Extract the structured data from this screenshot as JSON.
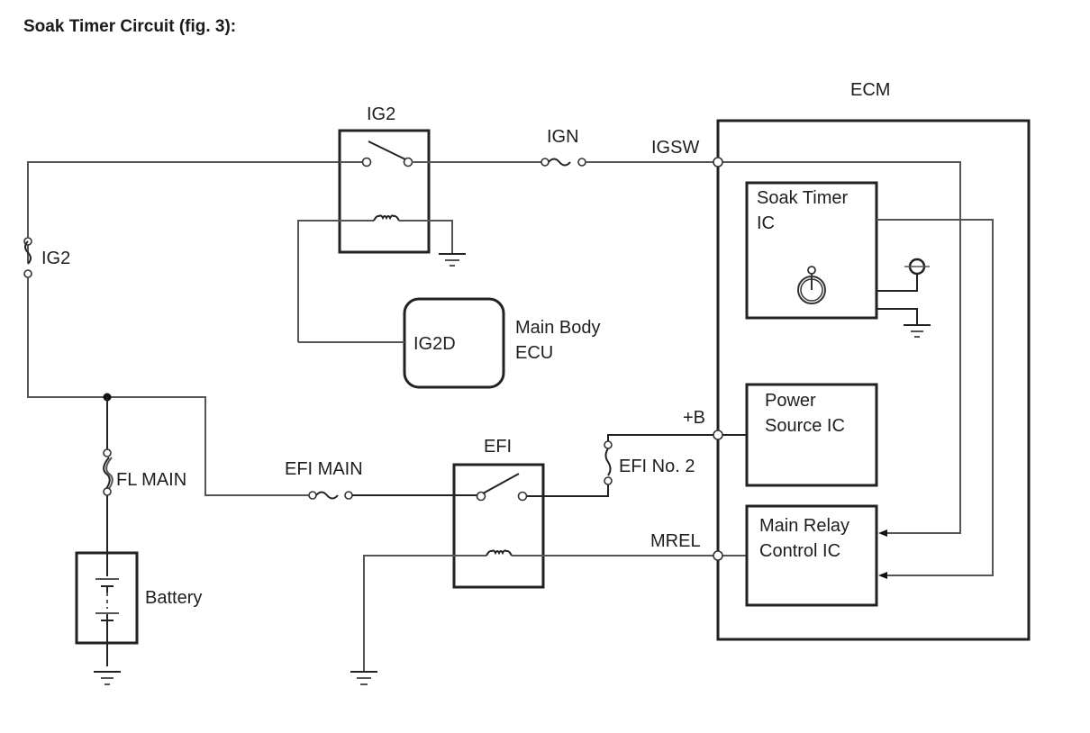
{
  "title": "Soak Timer Circuit (fig. 3):",
  "components": {
    "ecm": {
      "label": "ECM"
    },
    "ig2_relay": {
      "label": "IG2"
    },
    "ign_fuse": {
      "label": "IGN"
    },
    "igsw_terminal": {
      "label": "IGSW"
    },
    "ig2_fuse": {
      "label": "IG2"
    },
    "main_body_ecu": {
      "label_line1": "Main Body",
      "label_line2": "ECU",
      "terminal": "IG2D"
    },
    "soak_timer_ic": {
      "label_line1": "Soak Timer",
      "label_line2": "IC"
    },
    "power_source_ic": {
      "label_line1": "Power",
      "label_line2": "Source IC"
    },
    "main_relay_control_ic": {
      "label_line1": "Main Relay",
      "label_line2": "Control IC"
    },
    "plus_b_terminal": {
      "label": "+B"
    },
    "efi_no2_fuse": {
      "label": "EFI No. 2"
    },
    "efi_relay": {
      "label": "EFI"
    },
    "efi_main_fuse": {
      "label": "EFI MAIN"
    },
    "fl_main_fuse": {
      "label": "FL MAIN"
    },
    "mrel_terminal": {
      "label": "MREL"
    },
    "battery": {
      "label": "Battery"
    }
  }
}
